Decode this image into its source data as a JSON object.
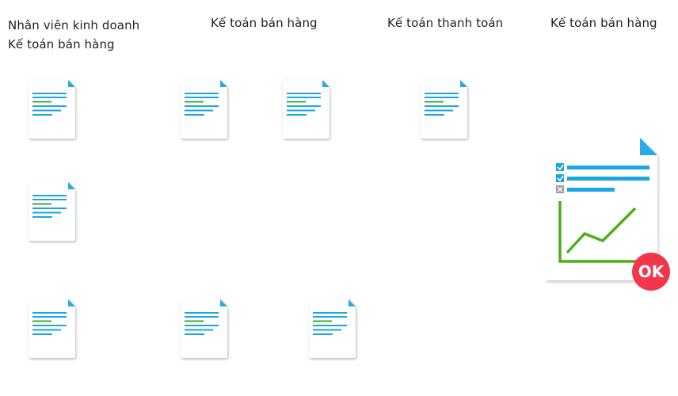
{
  "headers": {
    "col1_line1": "Nhân viên kinh doanh",
    "col1_line2": "Kế toán bán hàng",
    "col2": "Kế toán bán hàng",
    "col3": "Kế toán thanh toán",
    "col4": "Kế toán bán hàng"
  },
  "colors": {
    "line_blue": "#1aa6e0",
    "line_green": "#4ca82a",
    "fold_blue": "#29a9e8",
    "ok_red": "#f2364b",
    "chart_green": "#4caf1e"
  },
  "badge": {
    "label": "OK"
  },
  "icons": [
    "document-icon",
    "report-icon",
    "checkbox-checked-icon",
    "checkbox-unchecked-icon",
    "line-chart-icon"
  ]
}
